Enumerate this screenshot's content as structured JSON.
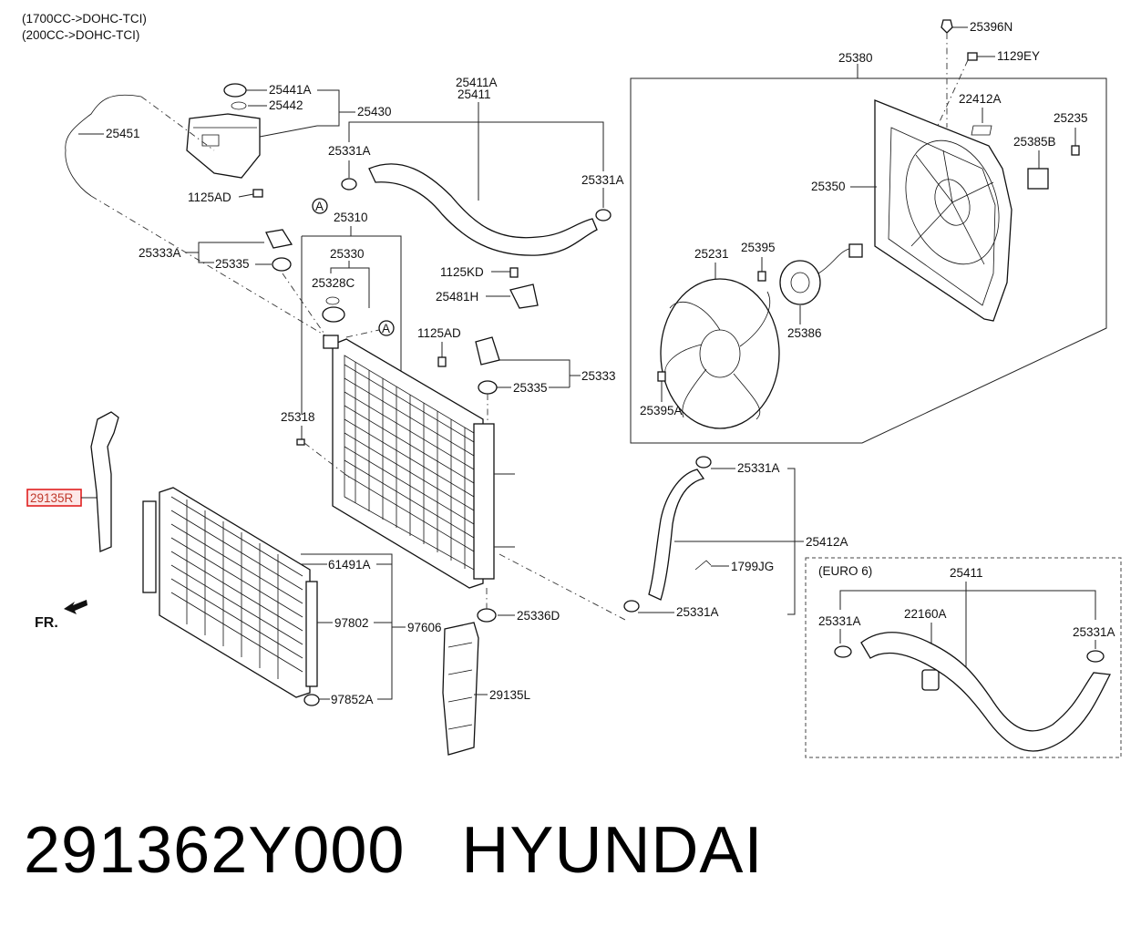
{
  "header": {
    "note_1": "(1700CC->DOHC-TCI)",
    "note_2": "(200CC->DOHC-TCI)"
  },
  "parts": {
    "p25396N": "25396N",
    "p1129EY": "1129EY",
    "p25380": "25380",
    "p22412A": "22412A",
    "p25235": "25235",
    "p25385B": "25385B",
    "p25350": "25350",
    "p25231": "25231",
    "p25395": "25395",
    "p25386": "25386",
    "p25395A": "25395A",
    "p25441A": "25441A",
    "p25442": "25442",
    "p25430": "25430",
    "p25451": "25451",
    "p1125AD_top": "1125AD",
    "p25411A": "25411A",
    "p25411_top": "25411",
    "p25331A_1": "25331A",
    "p25331A_2": "25331A",
    "p25310": "25310",
    "p25330": "25330",
    "p25328C": "25328C",
    "p25333A": "25333A",
    "p25335_left": "25335",
    "p1125KD": "1125KD",
    "p25481H": "25481H",
    "p1125AD_mid": "1125AD",
    "p25333": "25333",
    "p25335_right": "25335",
    "p25318": "25318",
    "p29135R": "29135R",
    "p25331A_3": "25331A",
    "p25412A": "25412A",
    "p1799JG": "1799JG",
    "p25331A_4": "25331A",
    "p61491A": "61491A",
    "p97802": "97802",
    "p97606": "97606",
    "p97852A": "97852A",
    "p25336D": "25336D",
    "p29135L": "29135L",
    "fr": "FR.",
    "callout_a": "A"
  },
  "euro6": {
    "title": "(EURO 6)",
    "p25411": "25411",
    "p25331A_left": "25331A",
    "p22160A": "22160A",
    "p25331A_right": "25331A"
  },
  "footer": {
    "part_number": "291362Y000",
    "brand": "HYUNDAI"
  },
  "colors": {
    "highlight": "#e02020",
    "highlight_fill": "#fde8e8",
    "line": "#222222"
  }
}
